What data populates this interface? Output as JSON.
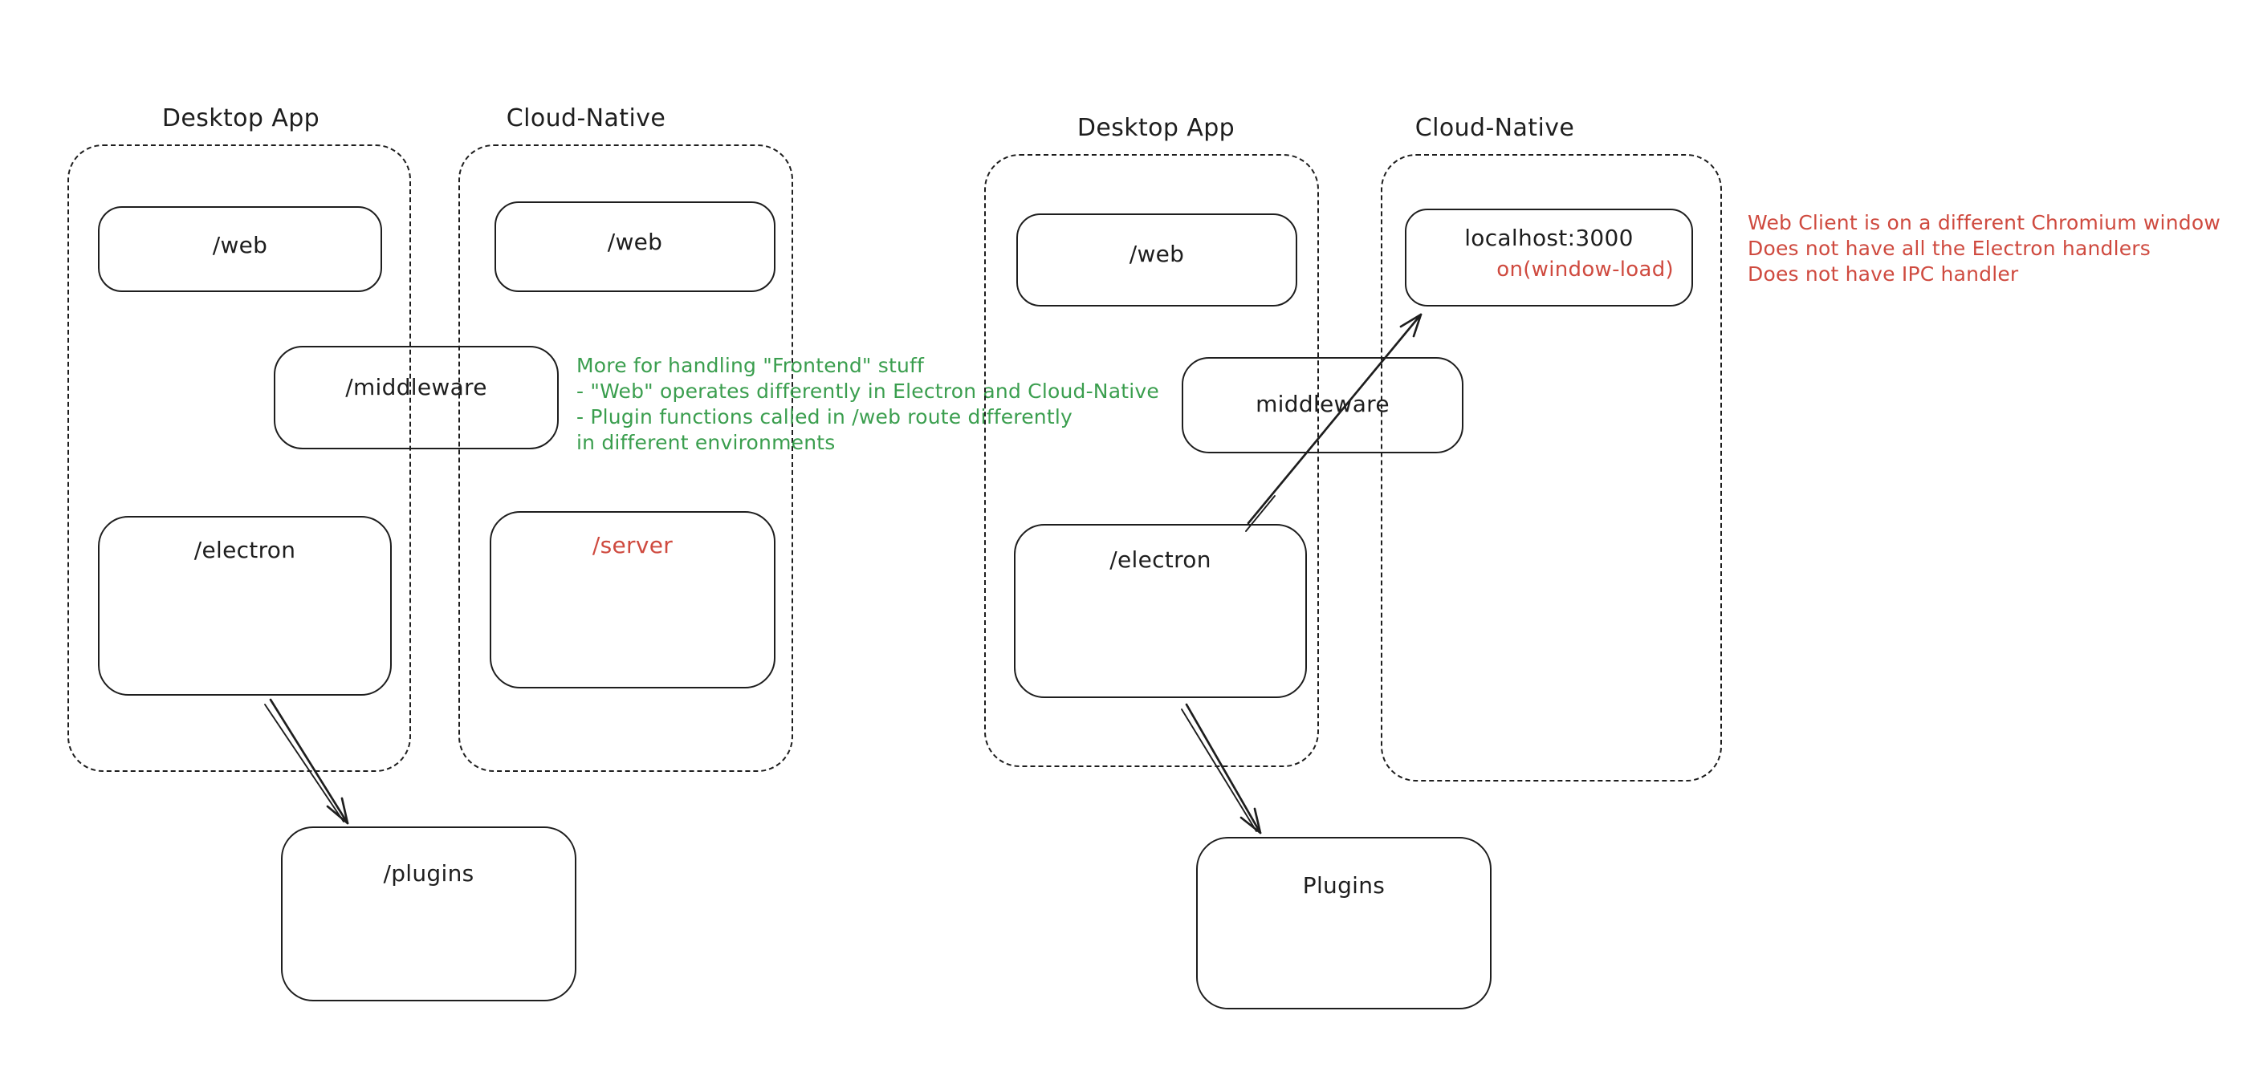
{
  "canvas": {
    "background": "#ffffff",
    "stroke_color": "#1e1e1e",
    "green": "#3a9e4e",
    "red": "#cf4a3f"
  },
  "left_diagram": {
    "desktop": {
      "title": "Desktop App",
      "web_label": "/web",
      "electron_label": "/electron"
    },
    "cloud": {
      "title": "Cloud-Native",
      "web_label": "/web",
      "server_label": "/server"
    },
    "middleware_label": "/middleware",
    "plugins_label": "/plugins",
    "green_note": {
      "lines": [
        "More for handling \"Frontend\" stuff",
        "- \"Web\" operates differently in Electron and Cloud-Native",
        "- Plugin functions called in /web route differently",
        "in different environments"
      ]
    }
  },
  "right_diagram": {
    "desktop": {
      "title": "Desktop App",
      "web_label": "/web",
      "electron_label": "/electron"
    },
    "cloud": {
      "title": "Cloud-Native",
      "localhost_label": "localhost:3000",
      "window_load_label": "on(window-load)"
    },
    "middleware_label": "middleware",
    "plugins_label": "Plugins",
    "red_note": {
      "lines": [
        "Web Client is on a different Chromium window",
        "Does not have all the Electron handlers",
        "Does not have IPC handler"
      ]
    }
  }
}
